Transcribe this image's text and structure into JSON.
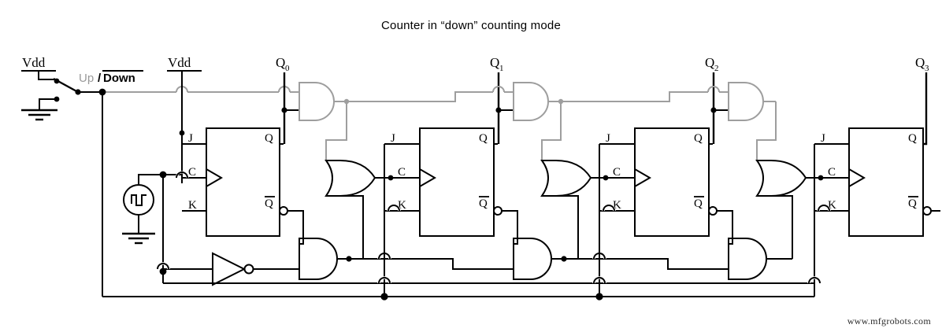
{
  "page": {
    "title": "Counter in “down” counting mode",
    "watermark": "www.mfgrobots.com",
    "background": "#ffffff",
    "wire_color": "#000000",
    "gray_wire_color": "#9e9e9e"
  },
  "labels": {
    "vdd_switch": "Vdd",
    "vdd_ff": "Vdd",
    "up": "Up",
    "slash": "/",
    "down": "Down",
    "q0": "Q",
    "q0_sub": "0",
    "q1": "Q",
    "q1_sub": "1",
    "q2": "Q",
    "q2_sub": "2",
    "q3": "Q",
    "q3_sub": "3"
  },
  "flipflops": [
    {
      "id": "ff0",
      "pin_j": "J",
      "pin_c": "C",
      "pin_k": "K",
      "pin_q": "Q",
      "pin_qbar": "Q",
      "output_label": "Q0"
    },
    {
      "id": "ff1",
      "pin_j": "J",
      "pin_c": "C",
      "pin_k": "K",
      "pin_q": "Q",
      "pin_qbar": "Q",
      "output_label": "Q1"
    },
    {
      "id": "ff2",
      "pin_j": "J",
      "pin_c": "C",
      "pin_k": "K",
      "pin_q": "Q",
      "pin_qbar": "Q",
      "output_label": "Q2"
    },
    {
      "id": "ff3",
      "pin_j": "J",
      "pin_c": "C",
      "pin_k": "K",
      "pin_q": "Q",
      "pin_qbar": "Q",
      "output_label": "Q3"
    }
  ],
  "gates": {
    "and_gray": [
      {
        "id": "and-gray-0",
        "color": "#9e9e9e"
      },
      {
        "id": "and-gray-1",
        "color": "#9e9e9e"
      },
      {
        "id": "and-gray-2",
        "color": "#9e9e9e"
      }
    ],
    "and_black": [
      {
        "id": "and-black-0",
        "color": "#000000"
      },
      {
        "id": "and-black-1",
        "color": "#000000"
      },
      {
        "id": "and-black-2",
        "color": "#000000"
      }
    ],
    "or_black": [
      {
        "id": "or-0",
        "color": "#000000"
      },
      {
        "id": "or-1",
        "color": "#000000"
      },
      {
        "id": "or-2",
        "color": "#000000"
      }
    ],
    "inverter": [
      {
        "id": "inverter-0",
        "color": "#000000"
      }
    ]
  },
  "sources": {
    "clock": {
      "symbol": "square-wave",
      "has_ground": true
    },
    "switch": {
      "type": "spdt",
      "positions": [
        "Vdd",
        "Ground"
      ],
      "selected": "Vdd"
    }
  }
}
